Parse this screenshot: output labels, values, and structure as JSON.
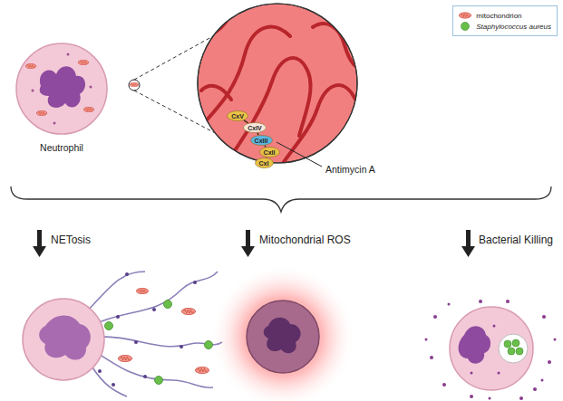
{
  "diagram": {
    "nodes": [
      {
        "text": [
          "CxV"
        ]
      },
      {
        "text": [
          "CxIV"
        ]
      },
      {
        "text": [
          "CxIII"
        ]
      },
      {
        "text": [
          "CxII"
        ]
      },
      {
        "text": [
          "CxI"
        ]
      }
    ],
    "edges": [
      {
        "from": 0,
        "to": 1,
        "arrow": "none"
      },
      {
        "from": 1,
        "to": 2,
        "arrow": "none"
      },
      {
        "from": 2,
        "to": 3,
        "arrow": "none"
      },
      {
        "from": 3,
        "to": 4,
        "arrow": "none"
      }
    ],
    "labels": [
      "Neutrophil",
      "Antimycin A",
      "NETosis",
      "Mitochondrial ROS",
      "Bacterial Killing"
    ],
    "legend": [
      {
        "text": "mitochondrion"
      },
      {
        "text": "Staphylococcus aureus",
        "color": "#6abf4b"
      }
    ]
  }
}
